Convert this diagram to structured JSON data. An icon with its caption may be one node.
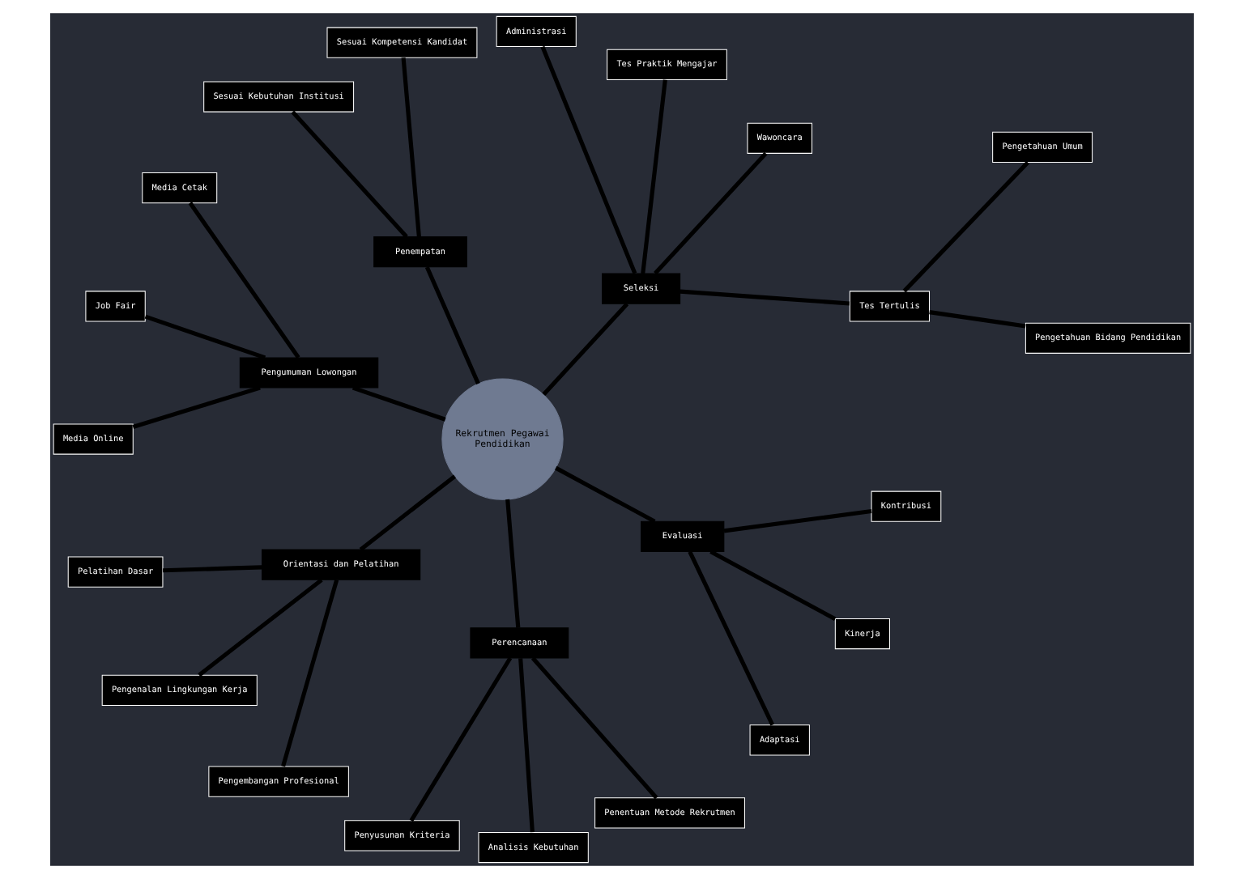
{
  "diagram": {
    "nodes": [
      {
        "text": [
          "Rekrutmen Pegawai Pendidikan"
        ]
      },
      {
        "text": [
          "Seleksi"
        ]
      },
      {
        "text": [
          "Tes Tertulis"
        ]
      },
      {
        "text": [
          "Pengetahuan Bidang Pendidikan"
        ]
      },
      {
        "text": [
          "Pengetahuan Umum"
        ]
      },
      {
        "text": [
          "Wawoncara"
        ]
      },
      {
        "text": [
          "Tes Praktik Mengajar"
        ]
      },
      {
        "text": [
          "Administrasi"
        ]
      },
      {
        "text": [
          "Penempatan"
        ]
      },
      {
        "text": [
          "Sesuai Kompetensi Kandidat"
        ]
      },
      {
        "text": [
          "Sesuai Kebutuhan Institusi"
        ]
      },
      {
        "text": [
          "Pengumuman Lowongan"
        ]
      },
      {
        "text": [
          "Media Cetak"
        ]
      },
      {
        "text": [
          "Job Fair"
        ]
      },
      {
        "text": [
          "Media Online"
        ]
      },
      {
        "text": [
          "Orientasi dan Pelatihan"
        ]
      },
      {
        "text": [
          "Pelatihan Dasar"
        ]
      },
      {
        "text": [
          "Pengenalan Lingkungan Kerja"
        ]
      },
      {
        "text": [
          "Pengembangan Profesional"
        ]
      },
      {
        "text": [
          "Perencanaan"
        ]
      },
      {
        "text": [
          "Penyusunan Kriteria"
        ]
      },
      {
        "text": [
          "Analisis Kebutuhan"
        ]
      },
      {
        "text": [
          "Penentuan Metode Rekrutmen"
        ]
      },
      {
        "text": [
          "Evaluasi"
        ]
      },
      {
        "text": [
          "Adaptasi"
        ]
      },
      {
        "text": [
          "Kinerja"
        ]
      },
      {
        "text": [
          "Kontribusi"
        ]
      }
    ],
    "edges": [
      {
        "from": 0,
        "to": 1,
        "arrow": "none"
      },
      {
        "from": 1,
        "to": 2,
        "arrow": "none"
      },
      {
        "from": 2,
        "to": 3,
        "arrow": "none"
      },
      {
        "from": 2,
        "to": 4,
        "arrow": "none"
      },
      {
        "from": 1,
        "to": 5,
        "arrow": "none"
      },
      {
        "from": 1,
        "to": 6,
        "arrow": "none"
      },
      {
        "from": 1,
        "to": 7,
        "arrow": "none"
      },
      {
        "from": 0,
        "to": 8,
        "arrow": "none"
      },
      {
        "from": 8,
        "to": 9,
        "arrow": "none"
      },
      {
        "from": 8,
        "to": 10,
        "arrow": "none"
      },
      {
        "from": 0,
        "to": 11,
        "arrow": "none"
      },
      {
        "from": 11,
        "to": 12,
        "arrow": "none"
      },
      {
        "from": 11,
        "to": 13,
        "arrow": "none"
      },
      {
        "from": 11,
        "to": 14,
        "arrow": "none"
      },
      {
        "from": 0,
        "to": 15,
        "arrow": "none"
      },
      {
        "from": 15,
        "to": 16,
        "arrow": "none"
      },
      {
        "from": 15,
        "to": 17,
        "arrow": "none"
      },
      {
        "from": 15,
        "to": 18,
        "arrow": "none"
      },
      {
        "from": 0,
        "to": 19,
        "arrow": "none"
      },
      {
        "from": 19,
        "to": 20,
        "arrow": "none"
      },
      {
        "from": 19,
        "to": 21,
        "arrow": "none"
      },
      {
        "from": 19,
        "to": 22,
        "arrow": "none"
      },
      {
        "from": 0,
        "to": 23,
        "arrow": "none"
      },
      {
        "from": 23,
        "to": 24,
        "arrow": "none"
      },
      {
        "from": 23,
        "to": 25,
        "arrow": "none"
      },
      {
        "from": 23,
        "to": 26,
        "arrow": "none"
      }
    ]
  }
}
